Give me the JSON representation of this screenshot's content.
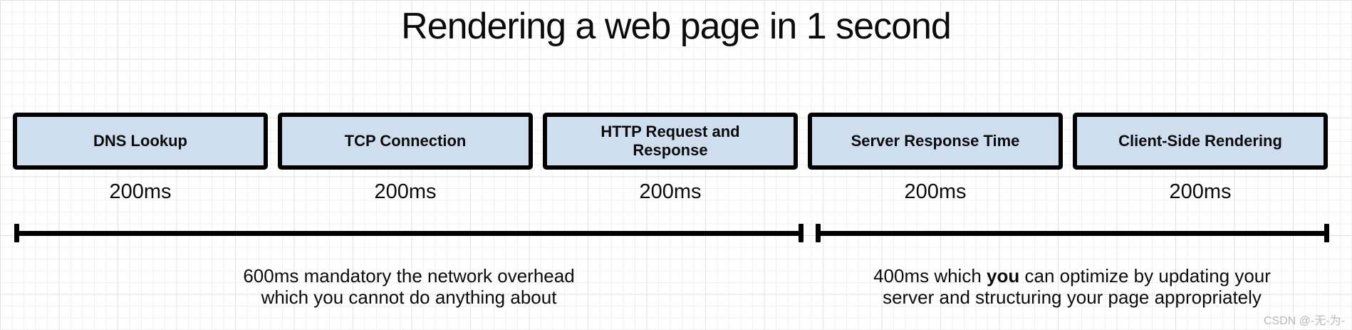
{
  "title": "Rendering a web page in 1 second",
  "stages": [
    {
      "label": "DNS Lookup",
      "duration": "200ms"
    },
    {
      "label": "TCP Connection",
      "duration": "200ms"
    },
    {
      "label": "HTTP Request and Response",
      "duration": "200ms"
    },
    {
      "label": "Server Response Time",
      "duration": "200ms"
    },
    {
      "label": "Client-Side Rendering",
      "duration": "200ms"
    }
  ],
  "annotations": {
    "network": {
      "line1": "600ms mandatory the network overhead",
      "line2": "which you cannot do anything about"
    },
    "optimizable": {
      "line1_prefix": "400ms which ",
      "line1_bold": "you",
      "line1_suffix": " can optimize by updating your",
      "line2": "server and structuring your page appropriately"
    }
  },
  "watermark": "CSDN @-无-为-",
  "colors": {
    "box_fill": "#cfdeee",
    "box_border": "#000000",
    "text": "#0b0b0b",
    "grid_minor": "#f0f0f3",
    "grid_major": "#e2e2e6",
    "watermark": "#b9b9b9"
  }
}
